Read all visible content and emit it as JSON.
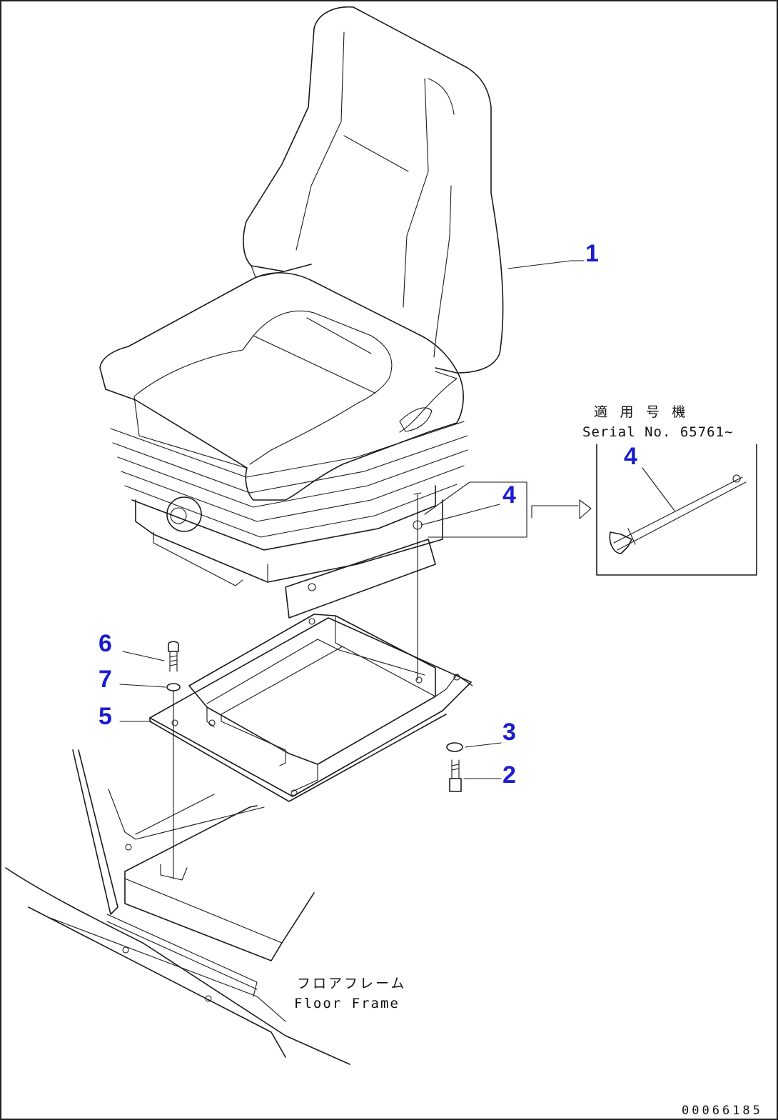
{
  "callouts": [
    {
      "id": "c1",
      "label": "1"
    },
    {
      "id": "c2",
      "label": "2"
    },
    {
      "id": "c3",
      "label": "3"
    },
    {
      "id": "c4a",
      "label": "4"
    },
    {
      "id": "c4b",
      "label": "4"
    },
    {
      "id": "c5",
      "label": "5"
    },
    {
      "id": "c6",
      "label": "6"
    },
    {
      "id": "c7",
      "label": "7"
    }
  ],
  "inset_note": {
    "line1": "適 用 号 機",
    "line2": "Serial No. 65761~"
  },
  "floor_note": {
    "line1": "フロアフレーム",
    "line2": "Floor Frame"
  },
  "drawing_code": "00066185",
  "colors": {
    "callout": "#1c1ccf",
    "line": "#1a1a1a"
  }
}
